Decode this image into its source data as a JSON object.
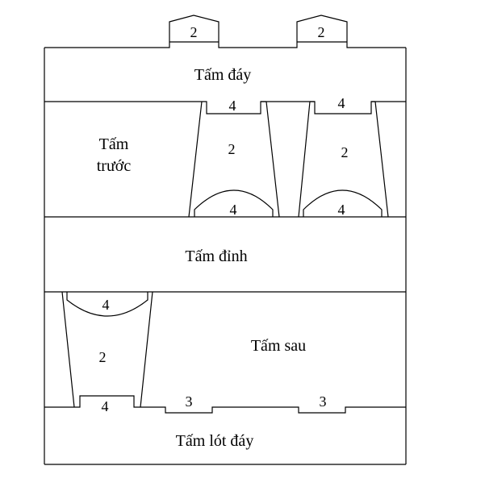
{
  "panels": {
    "bottom_plate": "Tấm đáy",
    "front_plate_line1": "Tấm",
    "front_plate_line2": "trước",
    "top_plate": "Tấm đỉnh",
    "back_plate": "Tấm sau",
    "base_liner": "Tấm lót đáy"
  },
  "pieces": {
    "top_tab_left": "2",
    "top_tab_right": "2",
    "notch_upper_left": "4",
    "notch_upper_right": "4",
    "side_upper_left": "2",
    "side_upper_right": "2",
    "arc_upper_left": "4",
    "arc_upper_right": "4",
    "arc_lower": "4",
    "side_lower": "2",
    "notch_lower": "4",
    "tab_bottom_left": "3",
    "tab_bottom_right": "3"
  }
}
